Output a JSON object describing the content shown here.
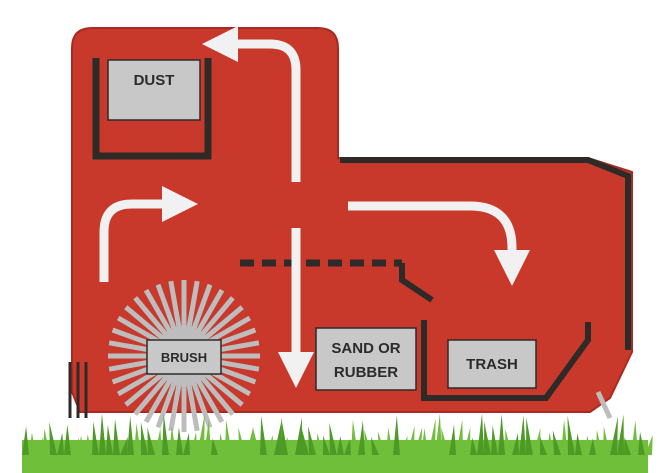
{
  "labels": {
    "dust": "DUST",
    "brush": "BRUSH",
    "sand_line1": "SAND OR",
    "sand_line2": "RUBBER",
    "trash": "TRASH"
  },
  "colors": {
    "body": "#c8392c",
    "body_edge": "#a82a20",
    "dark": "#2e2a28",
    "box": "#c8c8c8",
    "arrow": "#f1f1f1",
    "brush": "#bdbdbd",
    "grass": "#6fbf3a",
    "grass_dark": "#4e9a26"
  },
  "icons": [
    "up-arrow-icon",
    "down-arrow-icon",
    "curved-arrow-icon",
    "brush-icon",
    "grass-icon"
  ]
}
